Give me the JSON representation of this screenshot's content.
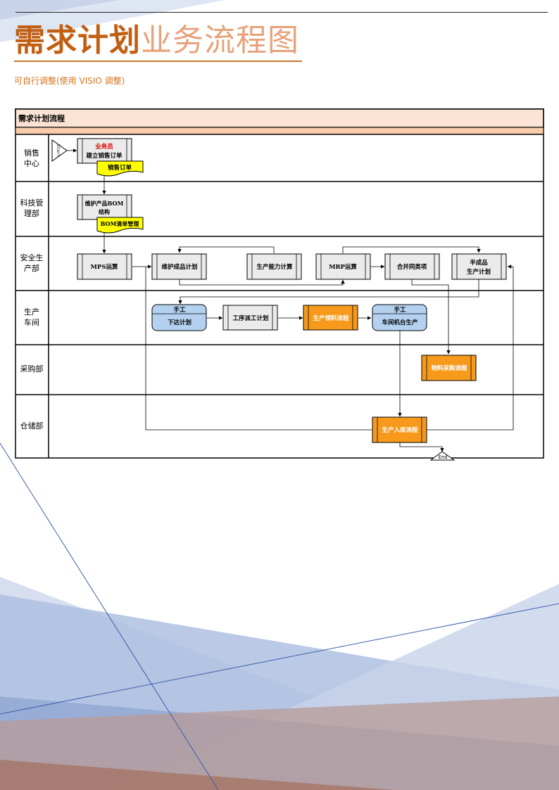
{
  "title": {
    "main": "需求计划",
    "rest": "业务流程图"
  },
  "subtitle": "可自行调整(使用 VISIO 调整)",
  "diagram": {
    "header": "需求计划流程",
    "lanes": [
      {
        "lines": [
          "销售",
          "中心"
        ]
      },
      {
        "lines": [
          "科技管",
          "理部"
        ]
      },
      {
        "lines": [
          "安全生",
          "产部"
        ]
      },
      {
        "lines": [
          "生产",
          "车间"
        ]
      },
      {
        "lines": [
          "采购部"
        ]
      },
      {
        "lines": [
          "仓储部"
        ]
      }
    ],
    "start_label": "Start",
    "end_label": "End",
    "nodes": {
      "create_order": {
        "role": "业务员",
        "text": "建立销售订单"
      },
      "sales_order_doc": "销售订单",
      "maintain_bom": {
        "line1": "维护产品BOM",
        "line2": "结构"
      },
      "bom_doc": "BOM清单管理",
      "mps": "MPS运算",
      "fg_plan": "维护成品计划",
      "capacity": "生产能力计算",
      "mrp": "MRP运算",
      "merge": "合并同类项",
      "semi_plan": {
        "line1": "半成品",
        "line2": "生产计划"
      },
      "issue_plan": {
        "line1": "手工",
        "line2": "下达计划"
      },
      "dispatch": "工序派工计划",
      "picking": "生产领料流程",
      "machine_prod": {
        "line1": "手工",
        "line2": "车间机台生产"
      },
      "purchase": "物料采购流程",
      "warehouse_in": "生产入库流程"
    }
  }
}
